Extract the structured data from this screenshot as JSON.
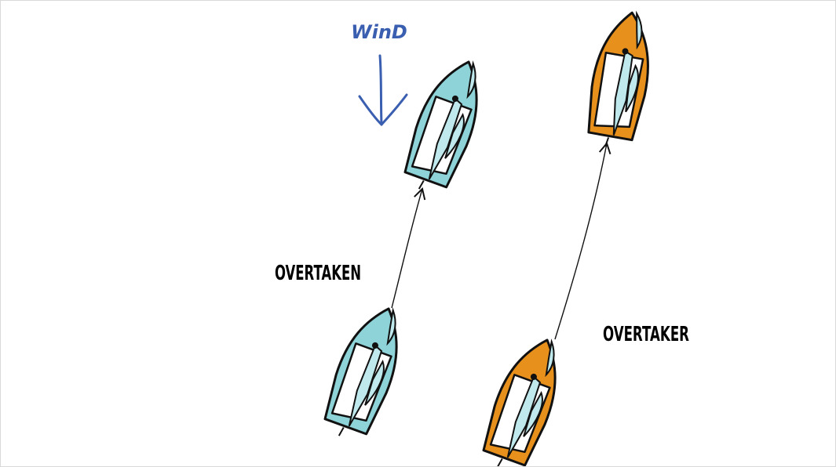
{
  "labels": {
    "wind": "WinD",
    "overtaken": "OVERTAKEN",
    "overtaker": "OVERTAKER"
  },
  "colors": {
    "wind": "#3b5fb0",
    "teal_hull": "#8dd3d8",
    "orange_hull": "#e8901c",
    "sail": "#bfe9ec",
    "outline": "#111111",
    "text": "#000000"
  },
  "boats": [
    {
      "name": "overtaken-boat-start",
      "team": "teal"
    },
    {
      "name": "overtaken-boat-end",
      "team": "teal"
    },
    {
      "name": "overtaker-boat-start",
      "team": "orange"
    },
    {
      "name": "overtaker-boat-end",
      "team": "orange"
    }
  ]
}
